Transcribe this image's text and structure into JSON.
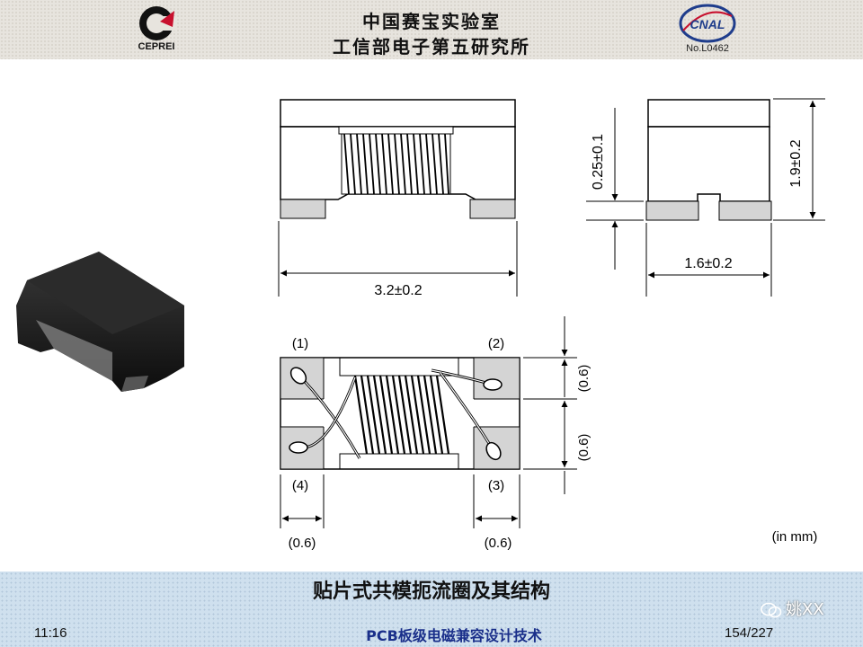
{
  "header": {
    "title_line1": "中国赛宝实验室",
    "title_line2": "工信部电子第五研究所",
    "logo_left_text": "CEPREI",
    "logo_right_text": "CNAL",
    "logo_right_number": "No.L0462",
    "brand_red": "#c8102e",
    "brand_blue": "#1f3d8c"
  },
  "diagram": {
    "top_width_label": "3.2±0.2",
    "side_width_label": "1.6±0.2",
    "side_pad_height_label": "0.25±0.1",
    "side_height_label": "1.9±0.2",
    "pin1": "(1)",
    "pin2": "(2)",
    "pin3": "(3)",
    "pin4": "(4)",
    "pad_width_left": "(0.6)",
    "pad_width_right": "(0.6)",
    "pad_pitch_upper": "(0.6)",
    "pad_pitch_lower": "(0.6)",
    "unit_note": "(in mm)"
  },
  "caption": "贴片式共模扼流圈及其结构",
  "footer": {
    "time": "11:16",
    "title": "PCB板级电磁兼容设计技术",
    "page": "154/227",
    "watermark": "姚XX"
  }
}
